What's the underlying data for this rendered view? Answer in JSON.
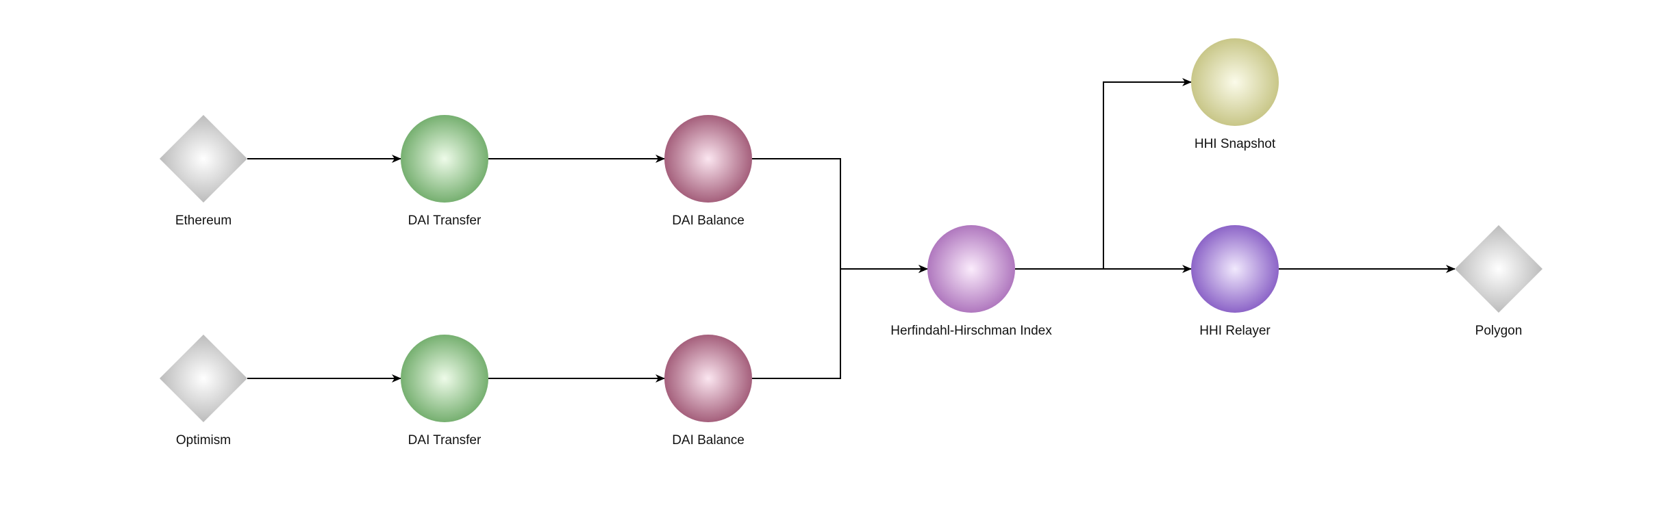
{
  "diagram": {
    "nodes": [
      {
        "id": "ethereum",
        "label": "Ethereum",
        "shape": "diamond",
        "color": "#b5b5b5",
        "highlight": "#ffffff"
      },
      {
        "id": "transfer_eth",
        "label": "DAI Transfer",
        "shape": "circle",
        "color": "#6aa864",
        "highlight": "#eefbe9"
      },
      {
        "id": "balance_eth",
        "label": "DAI Balance",
        "shape": "circle",
        "color": "#9c5270",
        "highlight": "#fbe6f0"
      },
      {
        "id": "optimism",
        "label": "Optimism",
        "shape": "diamond",
        "color": "#b5b5b5",
        "highlight": "#ffffff"
      },
      {
        "id": "transfer_op",
        "label": "DAI Transfer",
        "shape": "circle",
        "color": "#6aa864",
        "highlight": "#eefbe9"
      },
      {
        "id": "balance_op",
        "label": "DAI Balance",
        "shape": "circle",
        "color": "#9c5270",
        "highlight": "#fbe6f0"
      },
      {
        "id": "hhi",
        "label": "Herfindahl-Hirschman Index",
        "shape": "circle",
        "color": "#a86cb8",
        "highlight": "#fbecfc"
      },
      {
        "id": "snapshot",
        "label": "HHI Snapshot",
        "shape": "circle",
        "color": "#c3c17e",
        "highlight": "#fbfbea"
      },
      {
        "id": "relayer",
        "label": "HHI Relayer",
        "shape": "circle",
        "color": "#8257c2",
        "highlight": "#f1e9fd"
      },
      {
        "id": "polygon",
        "label": "Polygon",
        "shape": "diamond",
        "color": "#b5b5b5",
        "highlight": "#ffffff"
      }
    ],
    "edges": [
      {
        "from": "ethereum",
        "to": "transfer_eth"
      },
      {
        "from": "transfer_eth",
        "to": "balance_eth"
      },
      {
        "from": "optimism",
        "to": "transfer_op"
      },
      {
        "from": "transfer_op",
        "to": "balance_op"
      },
      {
        "from": "balance_eth",
        "to": "hhi"
      },
      {
        "from": "balance_op",
        "to": "hhi"
      },
      {
        "from": "hhi",
        "to": "snapshot"
      },
      {
        "from": "hhi",
        "to": "relayer"
      },
      {
        "from": "relayer",
        "to": "polygon"
      }
    ]
  }
}
